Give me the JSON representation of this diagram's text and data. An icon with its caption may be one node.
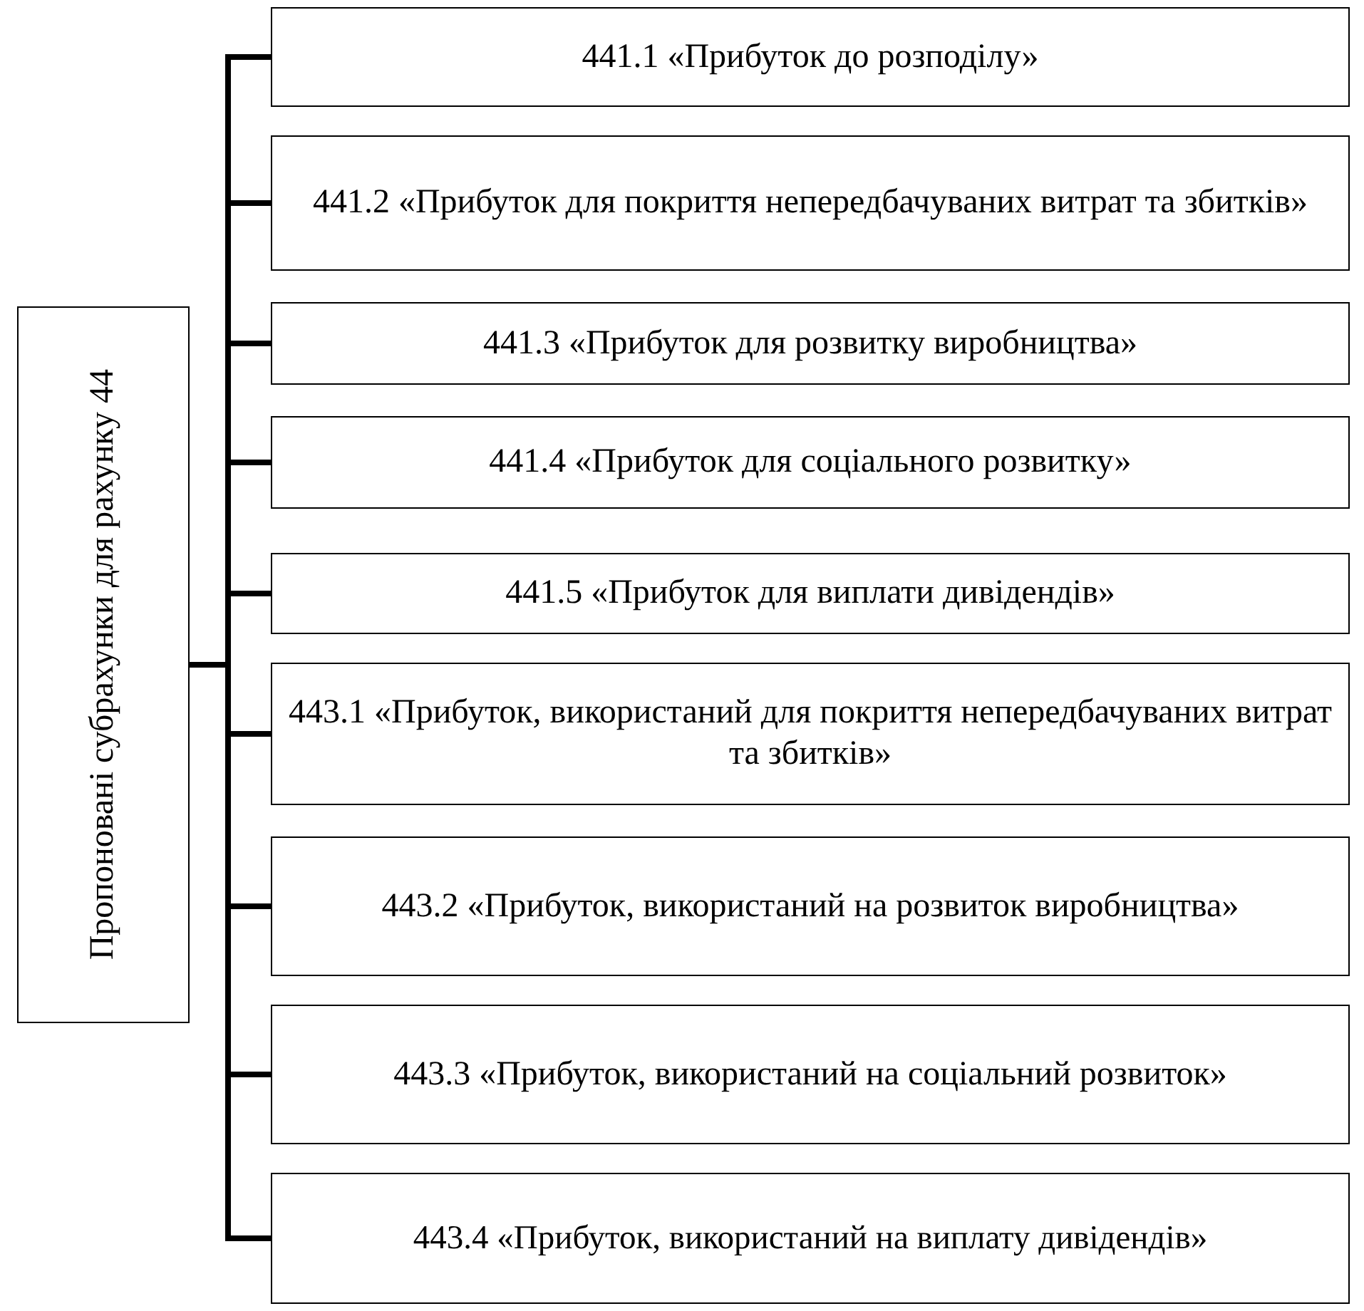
{
  "diagram": {
    "nodes": [
      {
        "text": [
          "Пропоновані субрахунки для рахунку 44"
        ]
      },
      {
        "text": [
          "441.1 «Прибуток до розподілу»"
        ]
      },
      {
        "text": [
          "441.2 «Прибуток для покриття непередбачуваних витрат та збитків»"
        ]
      },
      {
        "text": [
          "441.3 «Прибуток для розвитку виробництва»"
        ]
      },
      {
        "text": [
          "441.4 «Прибуток для соціального розвитку»"
        ]
      },
      {
        "text": [
          "441.5 «Прибуток для виплати дивідендів»"
        ]
      },
      {
        "text": [
          "443.1 «Прибуток, використаний для покриття непередбачуваних витрат та збитків»"
        ]
      },
      {
        "text": [
          "443.2 «Прибуток, використаний на розвиток виробництва»"
        ]
      },
      {
        "text": [
          "443.3 «Прибуток, використаний на соціальний розвиток»"
        ]
      },
      {
        "text": [
          "443.4 «Прибуток, використаний на виплату дивідендів»"
        ]
      }
    ],
    "edges": [
      {
        "from": 0,
        "to": 1,
        "arrow": "none"
      },
      {
        "from": 0,
        "to": 2,
        "arrow": "none"
      },
      {
        "from": 0,
        "to": 3,
        "arrow": "none"
      },
      {
        "from": 0,
        "to": 4,
        "arrow": "none"
      },
      {
        "from": 0,
        "to": 5,
        "arrow": "none"
      },
      {
        "from": 0,
        "to": 6,
        "arrow": "none"
      },
      {
        "from": 0,
        "to": 7,
        "arrow": "none"
      },
      {
        "from": 0,
        "to": 8,
        "arrow": "none"
      },
      {
        "from": 0,
        "to": 9,
        "arrow": "none"
      }
    ]
  }
}
